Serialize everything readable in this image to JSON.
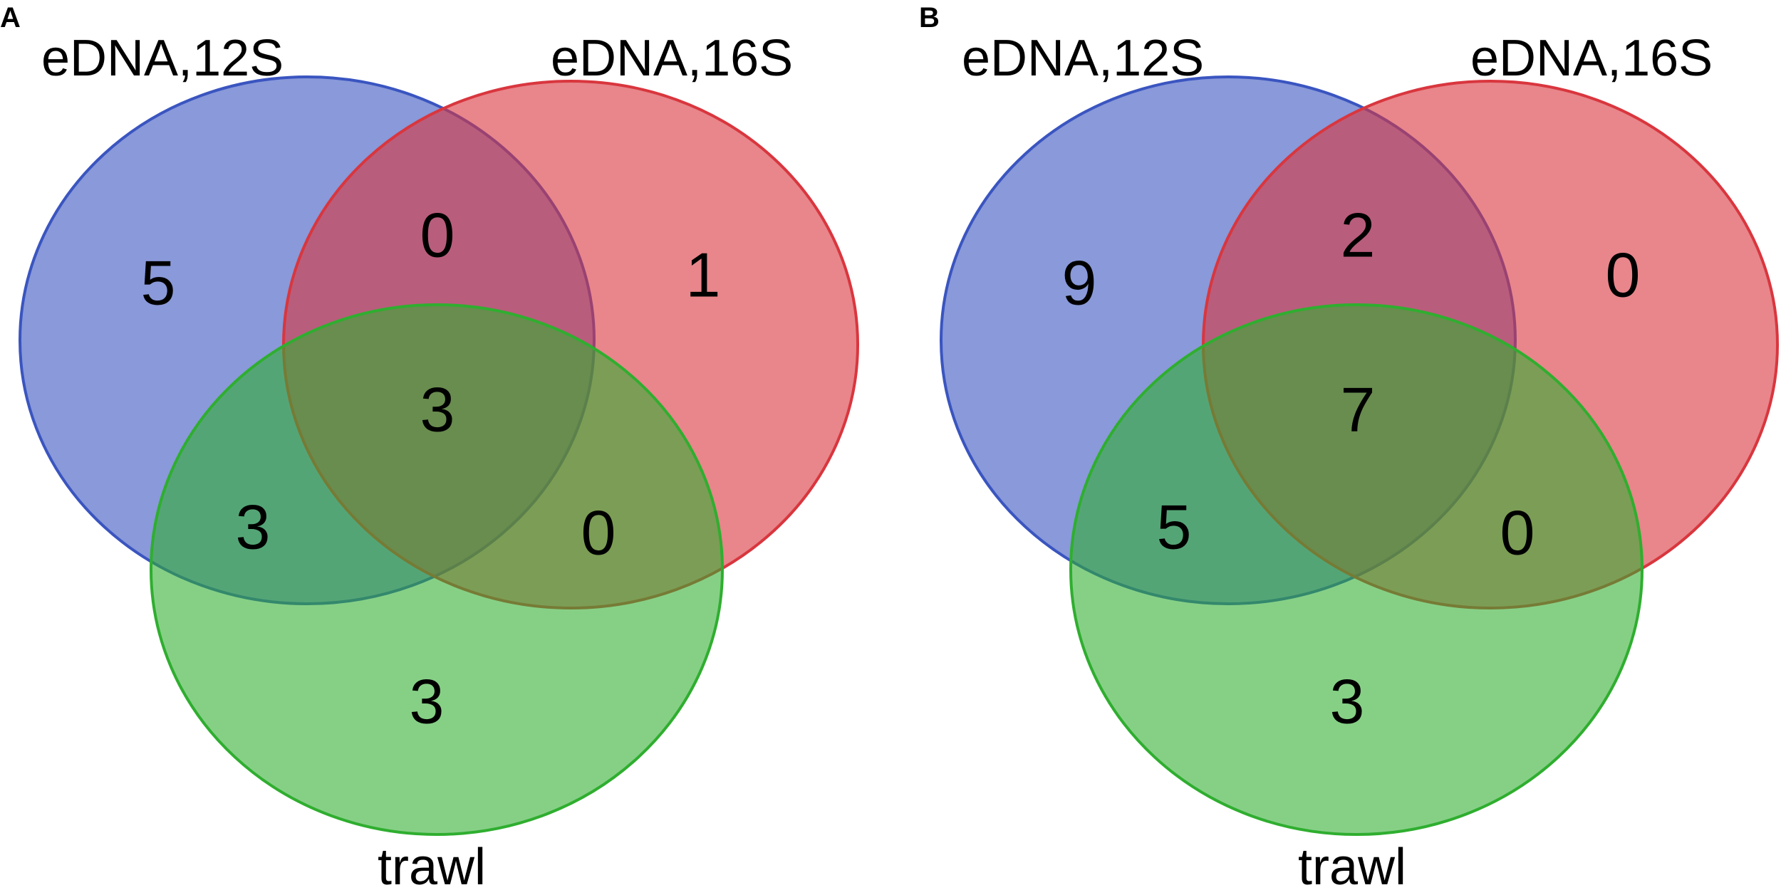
{
  "panels": [
    {
      "letter": "A",
      "sets": [
        {
          "label": "eDNA,12S",
          "color": "#3a55c0"
        },
        {
          "label": "eDNA,16S",
          "color": "#d9363e"
        },
        {
          "label": "trawl",
          "color": "#2fae2f"
        }
      ],
      "counts": {
        "only_12S": "5",
        "only_16S": "1",
        "only_trawl": "3",
        "12S_16S": "0",
        "12S_trawl": "3",
        "16S_trawl": "0",
        "all_three": "3"
      }
    },
    {
      "letter": "B",
      "sets": [
        {
          "label": "eDNA,12S",
          "color": "#3a55c0"
        },
        {
          "label": "eDNA,16S",
          "color": "#d9363e"
        },
        {
          "label": "trawl",
          "color": "#2fae2f"
        }
      ],
      "counts": {
        "only_12S": "9",
        "only_16S": "0",
        "only_trawl": "3",
        "12S_16S": "2",
        "12S_trawl": "5",
        "16S_trawl": "0",
        "all_three": "7"
      }
    }
  ]
}
